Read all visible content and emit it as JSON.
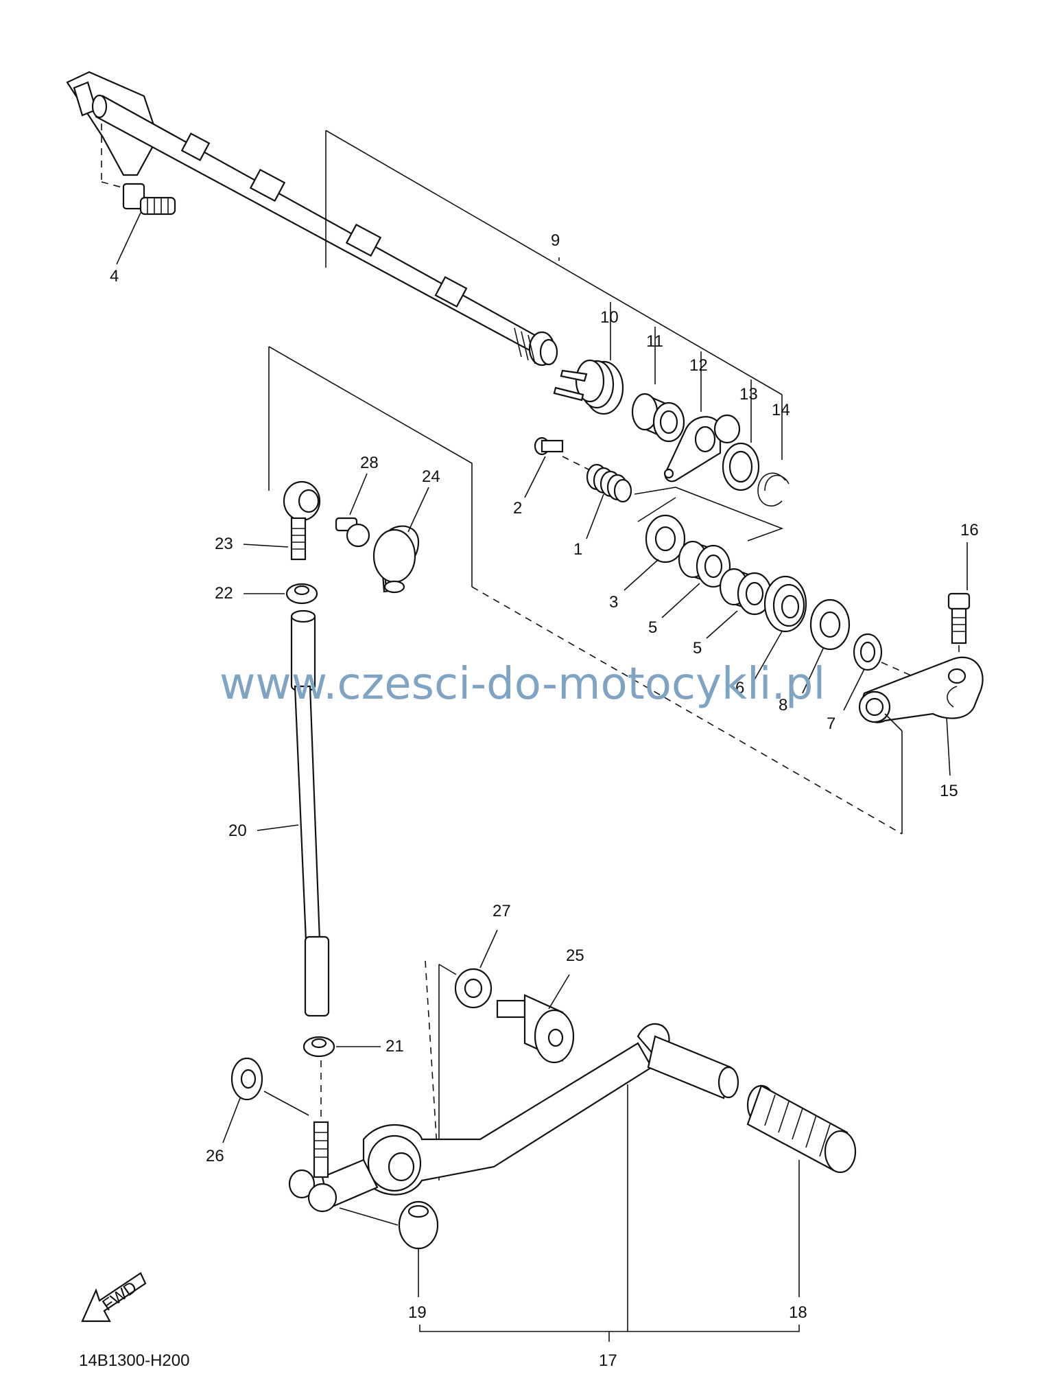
{
  "watermark": "www.czesci-do-motocykli.pl",
  "diagram_code": "14B1300-H200",
  "fwd_label": "FWD",
  "callouts": {
    "p1": "1",
    "p2": "2",
    "p3": "3",
    "p4": "4",
    "p5a": "5",
    "p5b": "5",
    "p6": "6",
    "p7": "7",
    "p8": "8",
    "p9": "9",
    "p10": "10",
    "p11": "11",
    "p12": "12",
    "p13": "13",
    "p14": "14",
    "p15": "15",
    "p16": "16",
    "p17": "17",
    "p18": "18",
    "p19": "19",
    "p20": "20",
    "p21": "21",
    "p22": "22",
    "p23": "23",
    "p24": "24",
    "p25": "25",
    "p26": "26",
    "p27": "27",
    "p28": "28"
  }
}
